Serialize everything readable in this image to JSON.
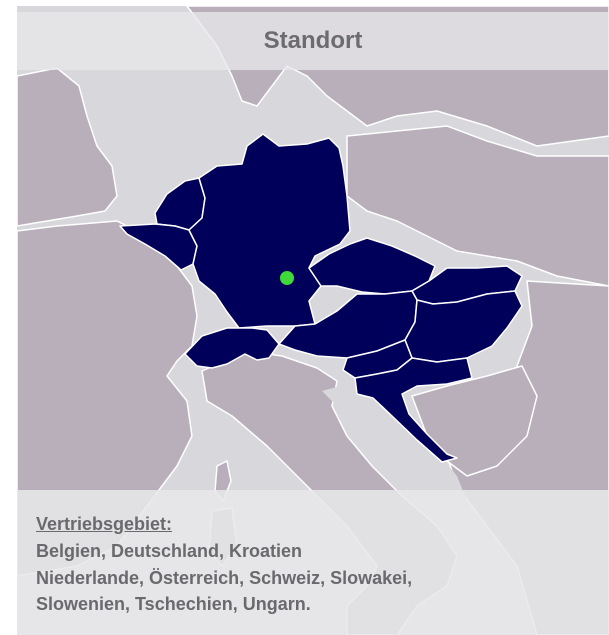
{
  "title": "Standort",
  "colors": {
    "sea": "#d7d7dc",
    "land": "#b8afba",
    "territory": "#00005a",
    "border": "#ffffff",
    "location": "#3fd93a",
    "text": "#6a6a6e"
  },
  "legend": {
    "heading": "Vertriebsgebiet:",
    "lines": [
      "Belgien, Deutschland, Kroatien",
      "Niederlande, Österreich, Schweiz, Slowakei,",
      "Slowenien, Tschechien, Ungarn."
    ]
  },
  "regions": [
    "Belgien",
    "Deutschland",
    "Kroatien",
    "Niederlande",
    "Österreich",
    "Schweiz",
    "Slowakei",
    "Slowenien",
    "Tschechien",
    "Ungarn"
  ],
  "location_icon": "location-dot-icon"
}
